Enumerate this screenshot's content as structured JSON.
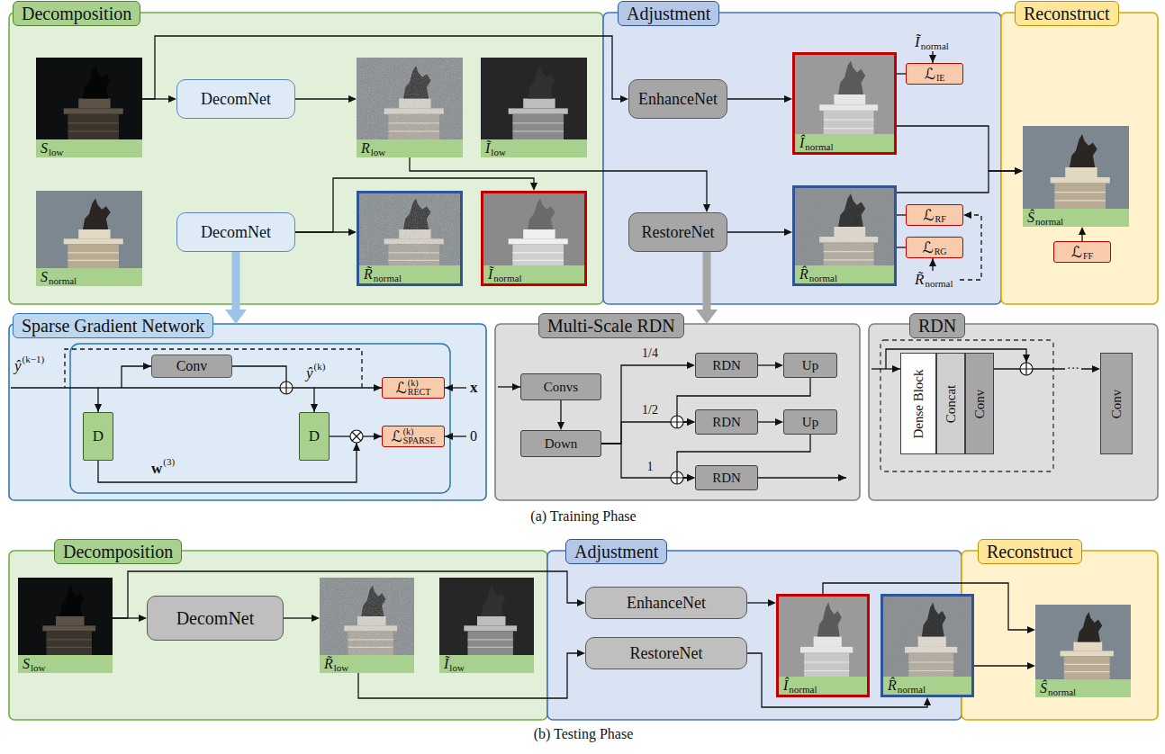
{
  "diagram": {
    "nodes": [
      {
        "text": [
          "Decomposition"
        ]
      },
      {
        "text": [
          "Adjustment"
        ]
      },
      {
        "text": [
          "Reconstruct"
        ]
      },
      {
        "text": [
          "S",
          "low"
        ],
        "in": 0
      },
      {
        "text": [
          "DecomNet"
        ],
        "in": 0
      },
      {
        "text": [
          "R",
          "low"
        ],
        "in": 0
      },
      {
        "text": [
          "Ĩ",
          "low"
        ],
        "in": 0
      },
      {
        "text": [
          "S",
          "normal"
        ],
        "in": 0
      },
      {
        "text": [
          "DecomNet"
        ],
        "in": 0
      },
      {
        "text": [
          "R̃",
          "normal"
        ],
        "in": 0
      },
      {
        "text": [
          "Ĩ",
          "normal"
        ],
        "in": 0
      },
      {
        "text": [
          "EnhanceNet"
        ],
        "in": 1
      },
      {
        "text": [
          "Î",
          "normal"
        ],
        "in": 1
      },
      {
        "text": [
          "ℒ",
          "IE"
        ],
        "in": 1
      },
      {
        "text": [
          "RestoreNet"
        ],
        "in": 1
      },
      {
        "text": [
          "R̂",
          "normal"
        ],
        "in": 1
      },
      {
        "text": [
          "ℒ",
          "RF"
        ],
        "in": 1
      },
      {
        "text": [
          "ℒ",
          "RG"
        ],
        "in": 1
      },
      {
        "text": [
          "Ŝ",
          "normal"
        ],
        "in": 2
      },
      {
        "text": [
          "ℒ",
          "FF"
        ],
        "in": 2
      },
      {
        "text": [
          "Sparse Gradient Network"
        ]
      },
      {
        "text": [
          "Conv"
        ],
        "in": 20
      },
      {
        "text": [
          "D"
        ],
        "in": 20
      },
      {
        "text": [
          "D"
        ],
        "in": 20
      },
      {
        "text": [
          "ℒ",
          "RECT",
          "(k)"
        ],
        "in": 20
      },
      {
        "text": [
          "ℒ",
          "SPARSE",
          "(k)"
        ],
        "in": 20
      },
      {
        "text": [
          "Multi-Scale RDN"
        ]
      },
      {
        "text": [
          "Convs"
        ],
        "in": 26
      },
      {
        "text": [
          "Down"
        ],
        "in": 26
      },
      {
        "text": [
          "RDN"
        ],
        "in": 26
      },
      {
        "text": [
          "Up"
        ],
        "in": 26
      },
      {
        "text": [
          "RDN"
        ],
        "in": 26
      },
      {
        "text": [
          "Up"
        ],
        "in": 26
      },
      {
        "text": [
          "RDN"
        ],
        "in": 26
      },
      {
        "text": [
          "RDN"
        ]
      },
      {
        "text": [
          "Dense Block"
        ],
        "in": 34
      },
      {
        "text": [
          "Concat"
        ],
        "in": 34
      },
      {
        "text": [
          "Conv"
        ],
        "in": 34
      },
      {
        "text": [
          "Conv"
        ],
        "in": 34
      },
      {
        "text": [
          "Decomposition"
        ]
      },
      {
        "text": [
          "Adjustment"
        ]
      },
      {
        "text": [
          "Reconstruct"
        ]
      },
      {
        "text": [
          "S",
          "low"
        ],
        "in": 39
      },
      {
        "text": [
          "DecomNet"
        ],
        "in": 39
      },
      {
        "text": [
          "R̃",
          "low"
        ],
        "in": 39
      },
      {
        "text": [
          "Ĩ",
          "low"
        ],
        "in": 39
      },
      {
        "text": [
          "EnhanceNet"
        ],
        "in": 40
      },
      {
        "text": [
          "RestoreNet"
        ],
        "in": 40
      },
      {
        "text": [
          "Î",
          "normal"
        ],
        "in": 40
      },
      {
        "text": [
          "R̂",
          "normal"
        ],
        "in": 40
      },
      {
        "text": [
          "Ŝ",
          "normal"
        ],
        "in": 41
      }
    ],
    "edges": [
      {
        "from": 3,
        "to": 4,
        "arrow": "to"
      },
      {
        "from": 3,
        "to": 11,
        "arrow": "to"
      },
      {
        "from": 4,
        "to": 5,
        "arrow": "to"
      },
      {
        "from": 5,
        "to": 14,
        "arrow": "to"
      },
      {
        "from": 8,
        "to": 9,
        "arrow": "to"
      },
      {
        "from": 8,
        "to": 10,
        "arrow": "to"
      },
      {
        "from": 11,
        "to": 12,
        "arrow": "to"
      },
      {
        "from": 12,
        "to": 13,
        "arrow": "none"
      },
      {
        "from": 14,
        "to": 15,
        "arrow": "to"
      },
      {
        "from": 15,
        "to": 16,
        "arrow": "none"
      },
      {
        "from": 15,
        "to": 17,
        "arrow": "none"
      },
      {
        "from": 12,
        "to": 18,
        "arrow": "to"
      },
      {
        "from": 15,
        "to": 18,
        "arrow": "to"
      },
      {
        "from": 19,
        "to": 18,
        "arrow": "to"
      },
      {
        "from": 8,
        "to": 20,
        "arrow": "to"
      },
      {
        "from": 14,
        "to": 26,
        "arrow": "to"
      },
      {
        "from": 27,
        "to": 28,
        "arrow": "to"
      },
      {
        "from": 28,
        "to": 29,
        "arrow": "to",
        "label": "1/4"
      },
      {
        "from": 28,
        "to": 31,
        "arrow": "to",
        "label": "1/2"
      },
      {
        "from": 28,
        "to": 33,
        "arrow": "to",
        "label": "1"
      },
      {
        "from": 29,
        "to": 30,
        "arrow": "to"
      },
      {
        "from": 30,
        "to": 31,
        "arrow": "to"
      },
      {
        "from": 31,
        "to": 32,
        "arrow": "to"
      },
      {
        "from": 32,
        "to": 33,
        "arrow": "to"
      },
      {
        "from": 37,
        "to": 38,
        "arrow": "to",
        "label": "···"
      },
      {
        "from": 42,
        "to": 43,
        "arrow": "to"
      },
      {
        "from": 42,
        "to": 46,
        "arrow": "to"
      },
      {
        "from": 43,
        "to": 44,
        "arrow": "to"
      },
      {
        "from": 44,
        "to": 47,
        "arrow": "to"
      },
      {
        "from": 46,
        "to": 48,
        "arrow": "to"
      },
      {
        "from": 47,
        "to": 49,
        "arrow": "to"
      },
      {
        "from": 48,
        "to": 50,
        "arrow": "to"
      },
      {
        "from": 49,
        "to": 50,
        "arrow": "to"
      }
    ],
    "labels": [
      "Ĩ",
      "normal",
      "R̃",
      "normal",
      "ŷ",
      "(k−1)",
      "ŷ",
      "(k)",
      "w",
      "(3)",
      "x",
      "0",
      "(a) Training Phase",
      "(b) Testing Phase"
    ]
  }
}
